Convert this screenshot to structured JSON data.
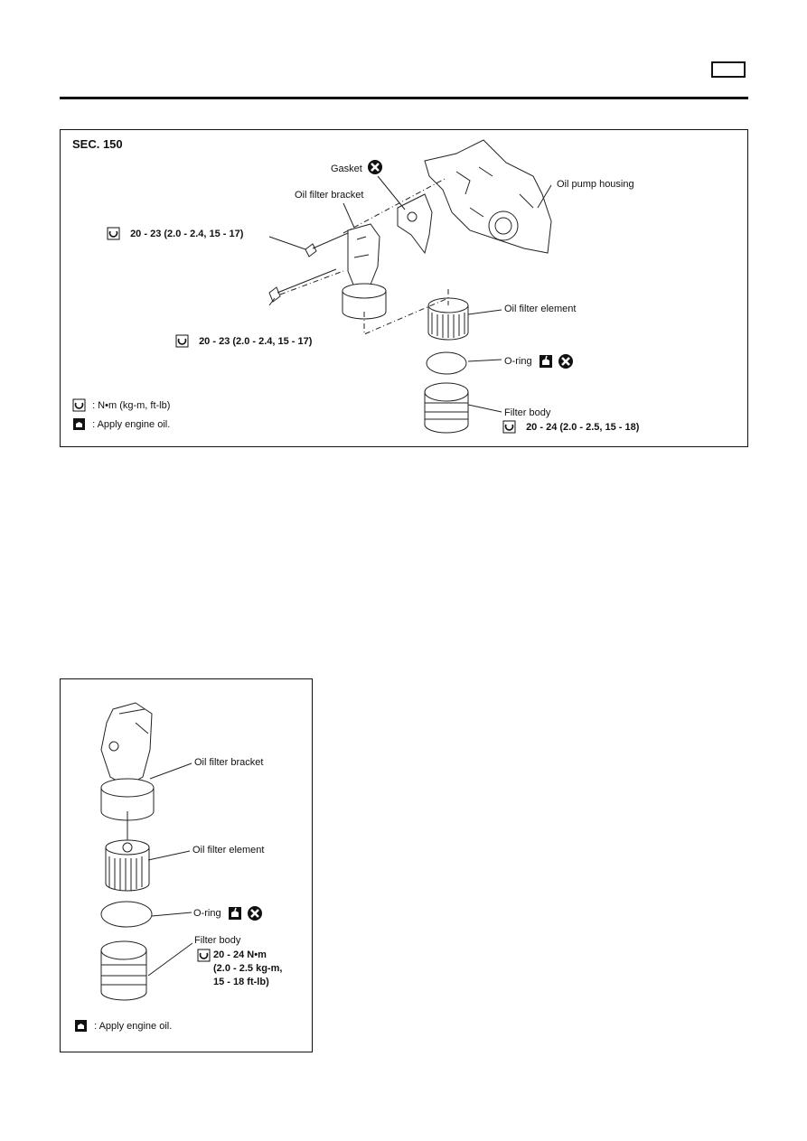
{
  "header": {
    "page_box": ""
  },
  "figure1": {
    "section": "SEC. 150",
    "labels": {
      "gasket": "Gasket",
      "oil_filter_bracket": "Oil filter bracket",
      "oil_pump_housing": "Oil pump housing",
      "oil_filter_element": "Oil filter element",
      "o_ring": "O-ring",
      "filter_body": "Filter body"
    },
    "torque_upper_bolt": "20 - 23 (2.0 - 2.4, 15 - 17)",
    "torque_lower_bolt": "20 - 23 (2.0 - 2.4, 15 - 17)",
    "torque_filter_body": "20 - 24 (2.0 - 2.5, 15 - 18)",
    "legend": {
      "torque_units": ": N•m (kg-m, ft-lb)",
      "apply_oil": ": Apply engine oil."
    }
  },
  "figure2": {
    "labels": {
      "oil_filter_bracket": "Oil filter bracket",
      "oil_filter_element": "Oil filter element",
      "o_ring": "O-ring",
      "filter_body": "Filter body"
    },
    "torque_lines": [
      "20 - 24 N•m",
      "(2.0 - 2.5 kg-m,",
      "15 - 18 ft-lb)"
    ],
    "legend": {
      "apply_oil": ": Apply engine oil."
    }
  },
  "icons": {
    "torque": "torque-wrench-icon",
    "oil": "oil-can-icon",
    "replace": "do-not-reuse-icon"
  }
}
